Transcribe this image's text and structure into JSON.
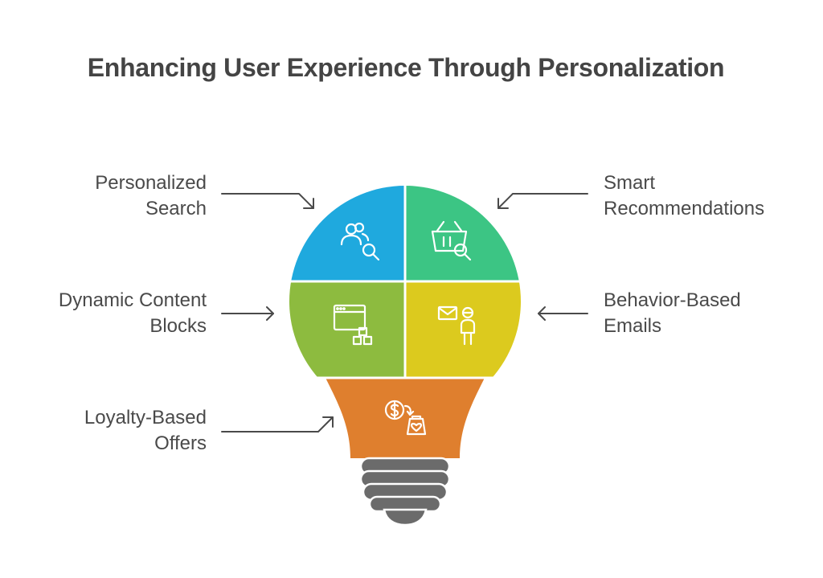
{
  "title": "Enhancing User Experience Through Personalization",
  "segments": [
    {
      "key": "personalized-search",
      "lines": [
        "Personalized",
        "Search"
      ],
      "color": "#1FA9DE",
      "icon": "users-search-icon"
    },
    {
      "key": "smart-recommendations",
      "lines": [
        "Smart",
        "Recommendations"
      ],
      "color": "#3CC584",
      "icon": "basket-search-icon"
    },
    {
      "key": "dynamic-content-blocks",
      "lines": [
        "Dynamic Content",
        "Blocks"
      ],
      "color": "#8DBB3F",
      "icon": "browser-blocks-icon"
    },
    {
      "key": "behavior-based-emails",
      "lines": [
        "Behavior-Based",
        "Emails"
      ],
      "color": "#DCCA1E",
      "icon": "email-person-icon"
    },
    {
      "key": "loyalty-based-offers",
      "lines": [
        "Loyalty-Based",
        "Offers"
      ],
      "color": "#DF7F2E",
      "icon": "coin-heart-bag-icon"
    }
  ],
  "base_color": "#6B6B6B"
}
